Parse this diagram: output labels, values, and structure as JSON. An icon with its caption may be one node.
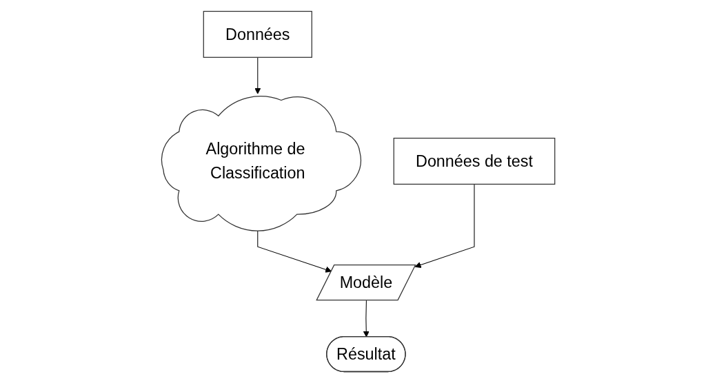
{
  "diagram": {
    "nodes": [
      {
        "text": [
          "Données"
        ]
      },
      {
        "text": [
          "Algorithme de Classification"
        ]
      },
      {
        "text": [
          "Modèle"
        ]
      },
      {
        "text": [
          "Données de test"
        ]
      },
      {
        "text": [
          "Résultat"
        ]
      }
    ],
    "edges": [
      {
        "from": 0,
        "to": 1,
        "arrow": "to"
      },
      {
        "from": 1,
        "to": 2,
        "arrow": "to"
      },
      {
        "from": 3,
        "to": 2,
        "arrow": "to"
      },
      {
        "from": 2,
        "to": 4,
        "arrow": "to"
      }
    ]
  }
}
